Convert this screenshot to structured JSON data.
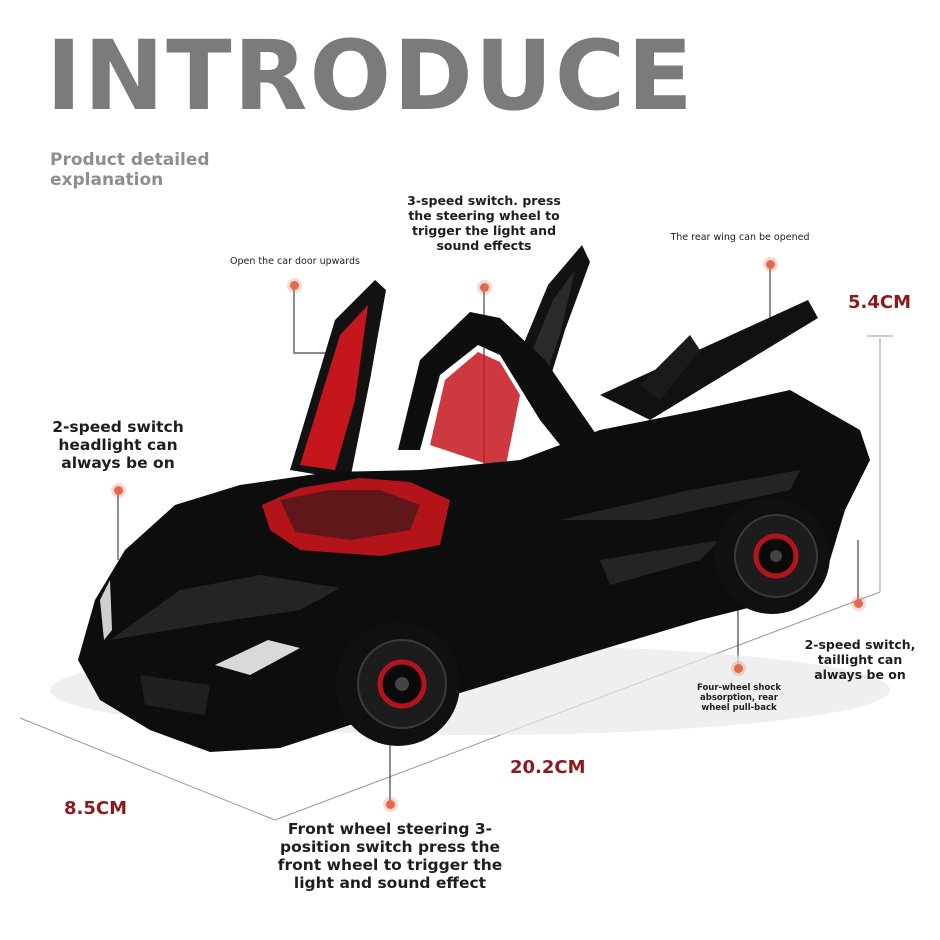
{
  "header": {
    "title": "INTRODUCE",
    "subtitle": "Product detailed explanation"
  },
  "callouts": {
    "door": "Open the car door upwards",
    "steering_switch": "3-speed switch. press the steering wheel to trigger the light and sound effects",
    "rear_wing": "The rear wing can be opened",
    "headlight": "2-speed switch headlight can always be on",
    "taillight": "2-speed switch, taillight can always be on",
    "suspension": "Four-wheel shock absorption, rear wheel pull-back",
    "front_steering": "Front wheel steering 3-position switch press the front wheel to trigger the light and sound effect"
  },
  "dimensions": {
    "height": "5.4CM",
    "length": "20.2CM",
    "width": "8.5CM"
  },
  "colors": {
    "title": "#7b7b7b",
    "dimension": "#8d1a1a",
    "marker": "#e36a4e",
    "car_body": "#0d0d0d",
    "car_interior": "#c4161c"
  },
  "image": {
    "subject": "black sports car model with gull-wing doors open, red interior"
  }
}
